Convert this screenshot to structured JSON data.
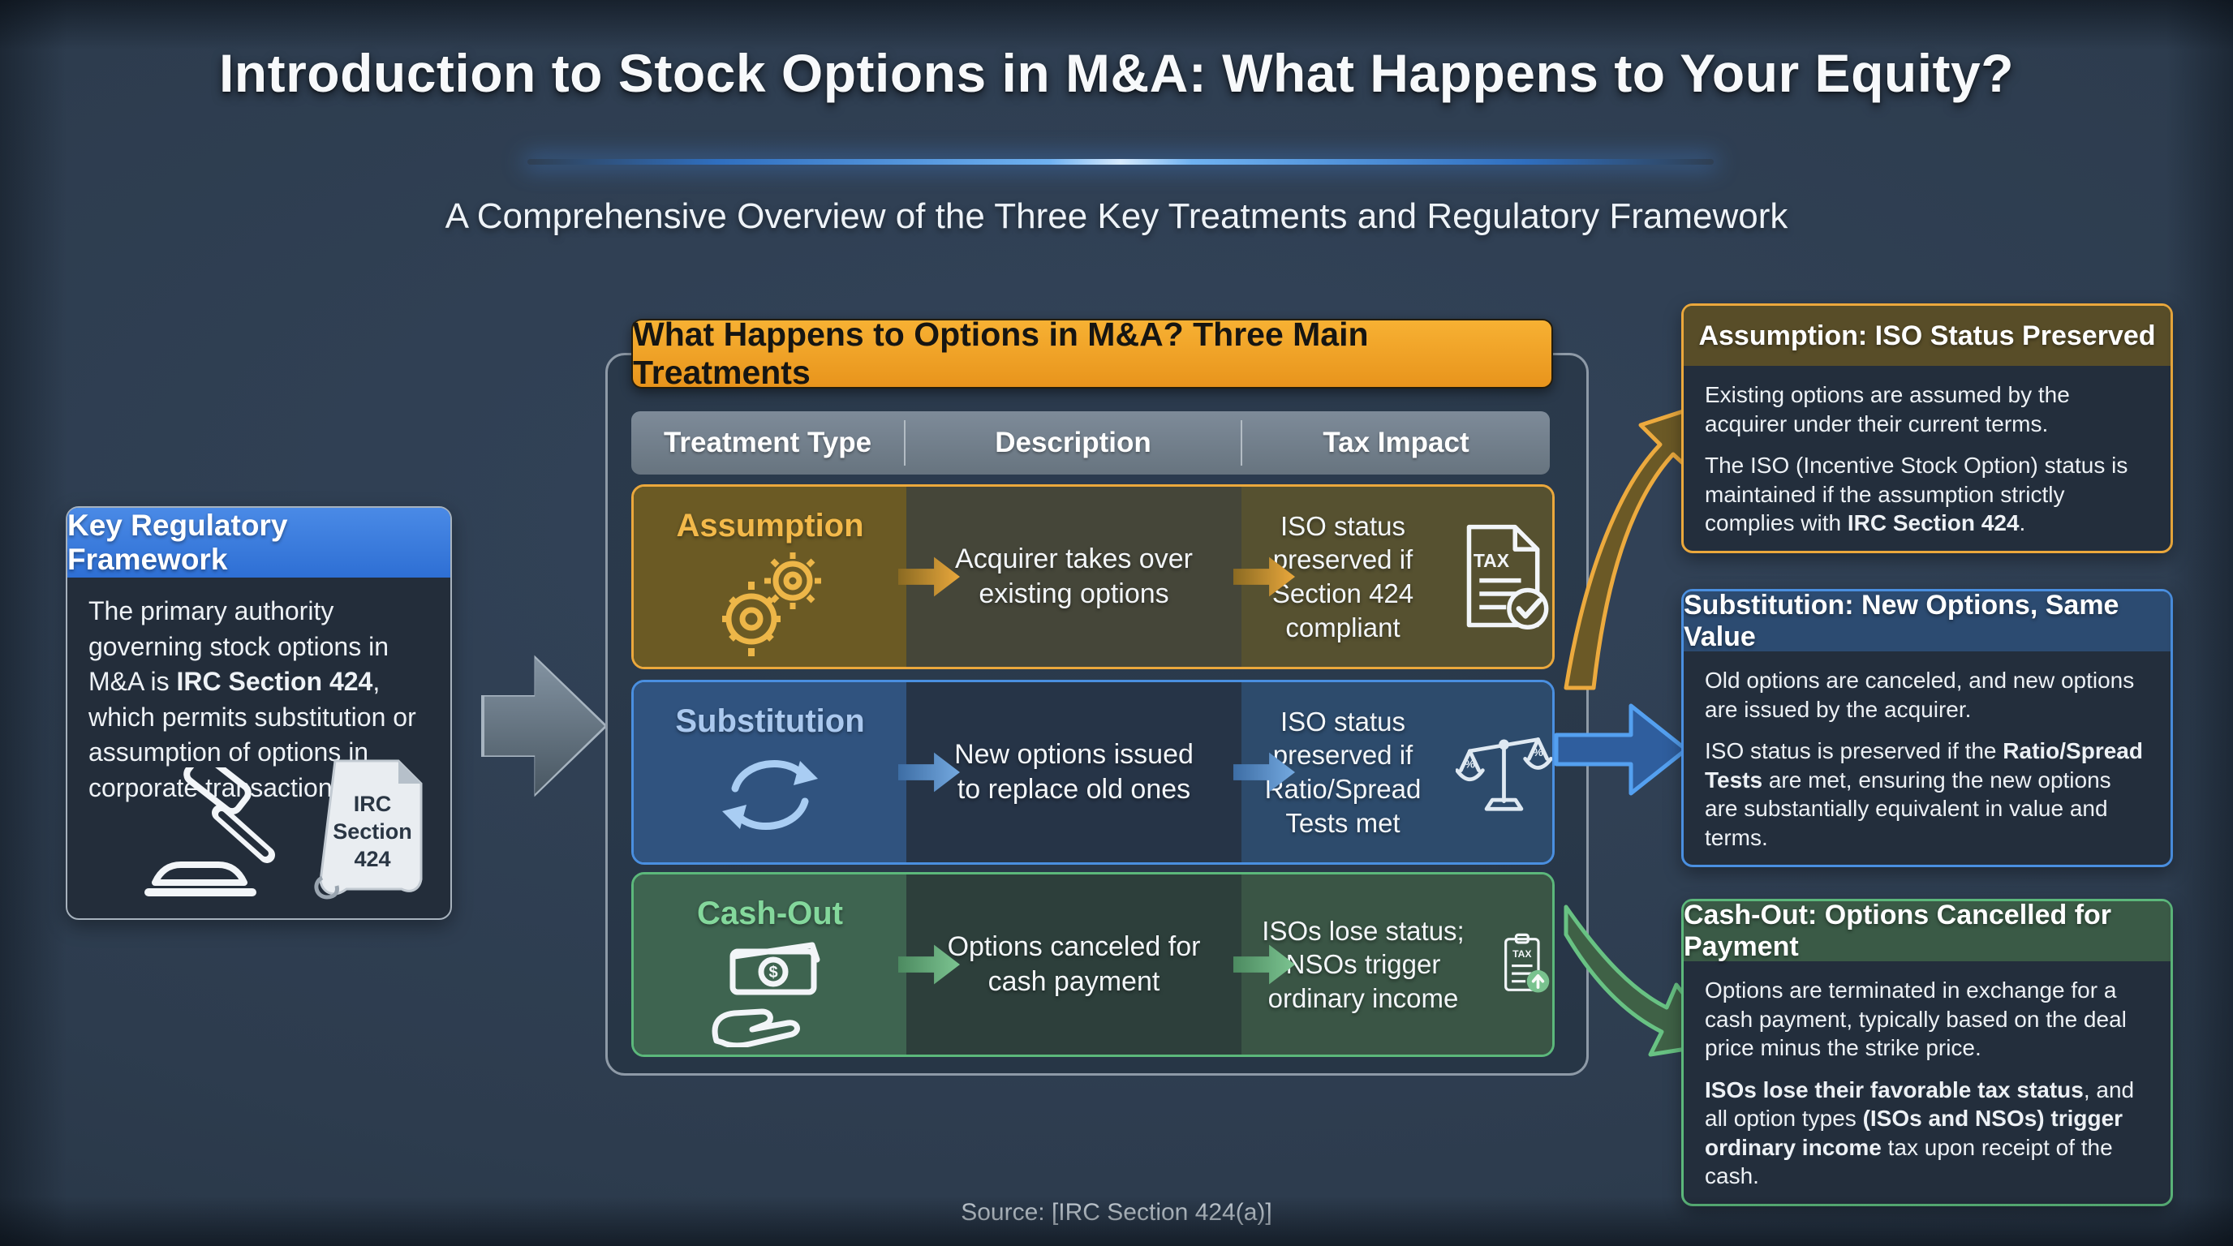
{
  "page": {
    "title": "Introduction to Stock Options in M&A: What Happens to Your Equity?",
    "subtitle": "A Comprehensive Overview of the Three Key Treatments and Regulatory Framework",
    "source": "Source: [IRC Section 424(a)]",
    "background_color": "#2d3c4e",
    "divider_glow_color": "#6fb2f2"
  },
  "left_panel": {
    "header": "Key Regulatory Framework",
    "header_color": "#3b7fe0",
    "body": [
      {
        "t": "The primary authority governing stock options in M&A is "
      },
      {
        "t": "IRC Section 424",
        "b": true
      },
      {
        "t": ", which permits substitution or assumption of options in corporate transactions."
      }
    ],
    "icons": [
      "gavel-icon",
      "scroll-icon"
    ],
    "scroll_lines": [
      "IRC",
      "Section",
      "424"
    ]
  },
  "table": {
    "title": "What Happens to Options in M&A? Three Main Treatments",
    "title_bg": "#f2a426",
    "columns": [
      "Treatment Type",
      "Description",
      "Tax Impact"
    ],
    "rows": [
      {
        "type": "Assumption",
        "description": "Acquirer takes over existing options",
        "tax": "ISO status preserved if Section 424 compliant",
        "accent": "#eba83c",
        "icon": "gears-icon",
        "tax_icon": "tax-document-check-icon"
      },
      {
        "type": "Substitution",
        "description": "New options issued to replace old ones",
        "tax": "ISO status preserved if Ratio/Spread Tests met",
        "accent": "#4a8fe0",
        "icon": "cycle-arrows-icon",
        "tax_icon": "balance-scale-icon"
      },
      {
        "type": "Cash-Out",
        "description": "Options canceled for cash payment",
        "tax": "ISOs lose status; NSOs trigger ordinary income",
        "accent": "#5cb87b",
        "icon": "cash-hand-icon",
        "tax_icon": "tax-clipboard-up-icon"
      }
    ]
  },
  "panels": [
    {
      "title": "Assumption: ISO Status Preserved",
      "accent": "#eba83c",
      "p1": [
        {
          "t": "Existing options are assumed by the acquirer under their current terms."
        }
      ],
      "p2": [
        {
          "t": "The ISO (Incentive Stock Option) status is maintained if the assumption strictly complies with "
        },
        {
          "t": "IRC Section 424",
          "b": true
        },
        {
          "t": "."
        }
      ]
    },
    {
      "title": "Substitution: New Options, Same Value",
      "accent": "#4a8fe0",
      "p1": [
        {
          "t": "Old options are canceled, and new options are issued by the acquirer."
        }
      ],
      "p2": [
        {
          "t": "ISO status is preserved if the "
        },
        {
          "t": "Ratio/Spread Tests",
          "b": true
        },
        {
          "t": " are met, ensuring the new options are substantially equivalent in value and terms."
        }
      ]
    },
    {
      "title": "Cash-Out: Options Cancelled for Payment",
      "accent": "#5cb87b",
      "p1": [
        {
          "t": "Options are terminated in exchange for a cash payment, typically based on the deal price minus the strike price."
        }
      ],
      "p2": [
        {
          "t": "ISOs lose their favorable tax status",
          "b": true
        },
        {
          "t": ", and all option types "
        },
        {
          "t": "(ISOs and NSOs) trigger ordinary income",
          "b": true
        },
        {
          "t": " tax upon receipt of the cash."
        }
      ]
    }
  ]
}
